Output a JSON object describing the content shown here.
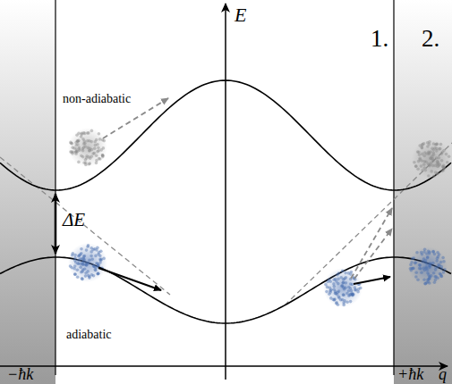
{
  "diagram": {
    "labels": [
      "E",
      "1.",
      "2.",
      "non-adiabatic",
      "ΔE",
      "adiabatic",
      "−ħk",
      "+ħk",
      "q"
    ]
  }
}
